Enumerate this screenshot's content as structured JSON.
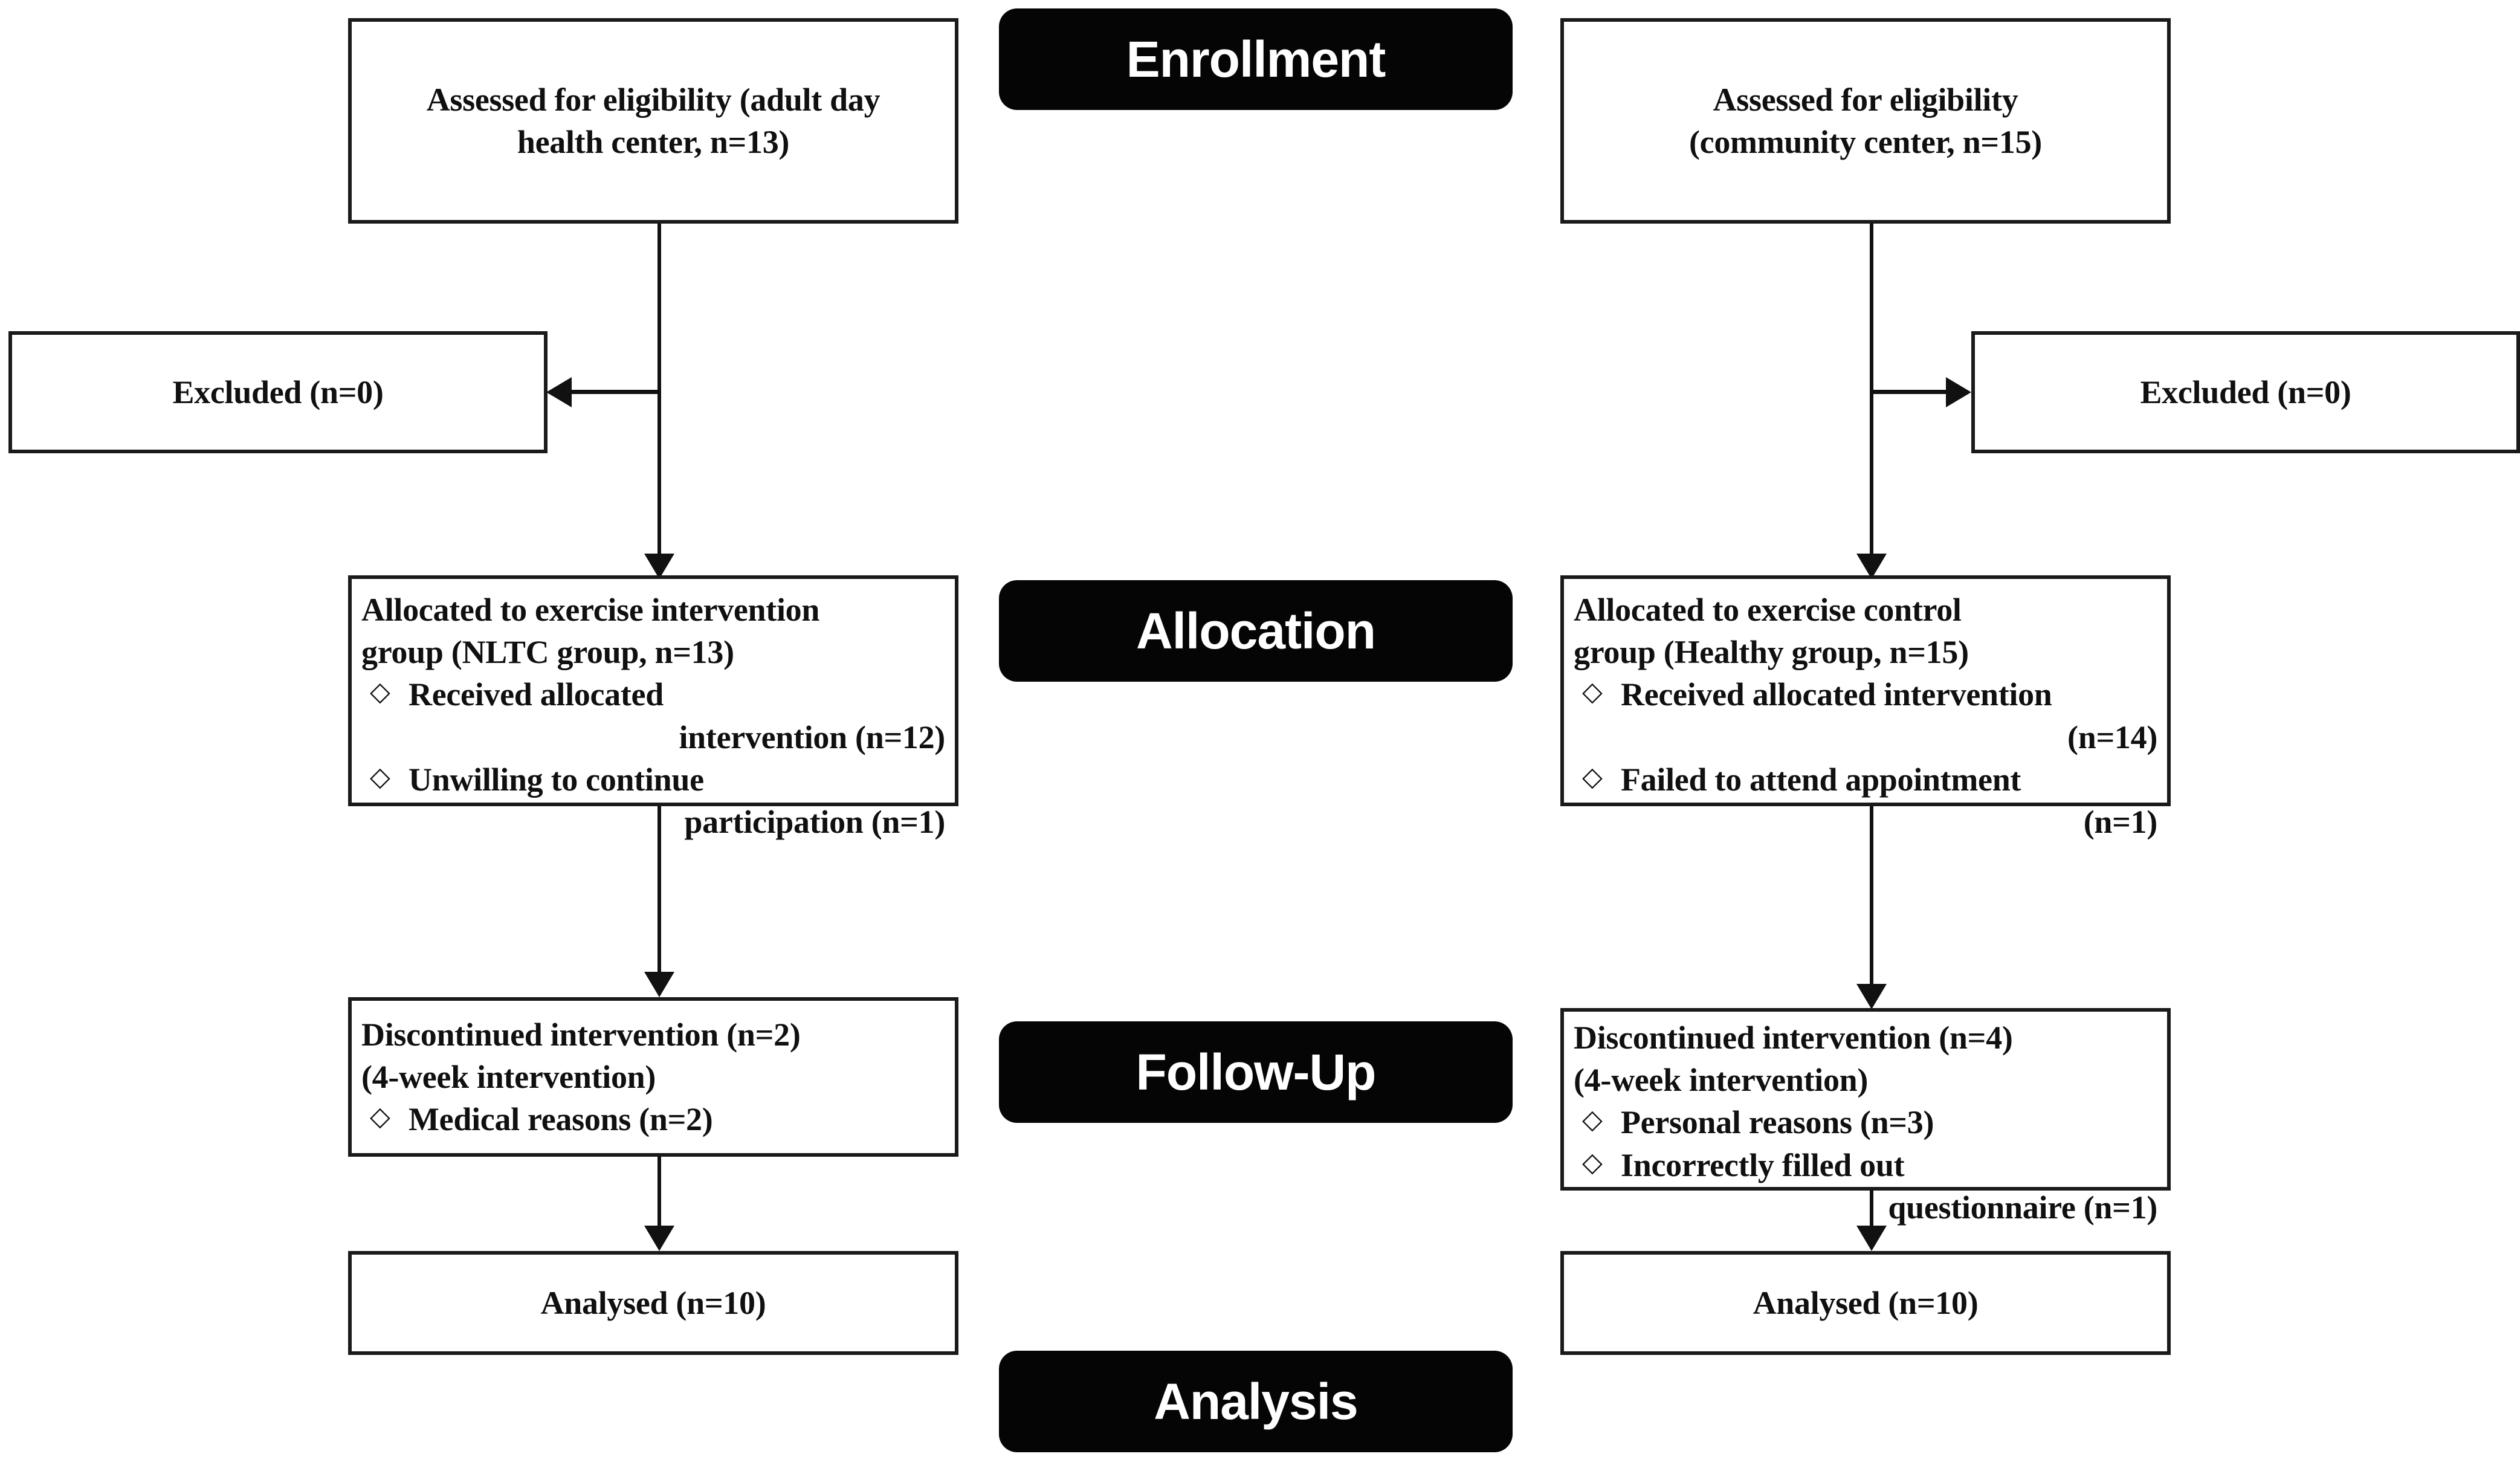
{
  "diagram": {
    "type": "flowchart",
    "title": "CONSORT participant flow diagram",
    "stage_banners": [
      {
        "id": "enrollment",
        "label": "Enrollment"
      },
      {
        "id": "allocation",
        "label": "Allocation"
      },
      {
        "id": "followup",
        "label": "Follow-Up"
      },
      {
        "id": "analysis",
        "label": "Analysis"
      }
    ],
    "colors": {
      "banner_background": "#050505",
      "banner_text": "#FFFFFF",
      "box_border": "#1A1A1A",
      "box_background": "#FFFFFF",
      "connector": "#111111",
      "text": "#101010"
    },
    "left_arm": {
      "enrollment": {
        "line1": "Assessed for eligibility (adult day",
        "line2": "health center, n=13)"
      },
      "excluded": {
        "label": "Excluded  (n=0)"
      },
      "allocation": {
        "line1": "Allocated to exercise intervention",
        "line2": "group (NLTC  group, n=13)",
        "bullets": [
          {
            "bullet": "diamond-bullet",
            "first": "Received allocated",
            "cont": "intervention (n=12)"
          },
          {
            "bullet": "diamond-bullet",
            "first": "Unwilling to continue",
            "cont": "participation (n=1)"
          }
        ]
      },
      "followup": {
        "line1": "Discontinued intervention (n=2)",
        "line2": "(4-week intervention)",
        "bullets": [
          {
            "bullet": "diamond-bullet",
            "first": "Medical reasons (n=2)",
            "cont": ""
          }
        ]
      },
      "analysis": {
        "label": "Analysed (n=10)"
      }
    },
    "right_arm": {
      "enrollment": {
        "line1": "Assessed for eligibility",
        "line2": "(community center, n=15)"
      },
      "excluded": {
        "label": "Excluded  (n=0)"
      },
      "allocation": {
        "line1": "Allocated to exercise control",
        "line2": "group (Healthy group, n=15)",
        "bullets": [
          {
            "bullet": "diamond-bullet",
            "first": "Received allocated intervention",
            "cont": "(n=14)"
          },
          {
            "bullet": "diamond-bullet",
            "first": "Failed to attend appointment",
            "cont": "(n=1)"
          }
        ]
      },
      "followup": {
        "line1": "Discontinued intervention (n=4)",
        "line2": "(4-week intervention)",
        "bullets": [
          {
            "bullet": "diamond-bullet",
            "first": "Personal reasons (n=3)",
            "cont": ""
          },
          {
            "bullet": "diamond-bullet",
            "first": "Incorrectly filled out",
            "cont": "questionnaire (n=1)"
          }
        ]
      },
      "analysis": {
        "label": "Analysed (n=10)"
      }
    },
    "bullet_glyph": "◇",
    "counts": {
      "left_assessed": 13,
      "left_excluded": 0,
      "left_allocated": 13,
      "left_received": 12,
      "left_unwilling": 1,
      "left_discontinued": 2,
      "left_medical": 2,
      "left_analysed": 10,
      "right_assessed": 15,
      "right_excluded": 0,
      "right_allocated": 15,
      "right_received": 14,
      "right_failed": 1,
      "right_discontinued": 4,
      "right_personal": 3,
      "right_questionnaire": 1,
      "right_analysed": 10
    }
  }
}
